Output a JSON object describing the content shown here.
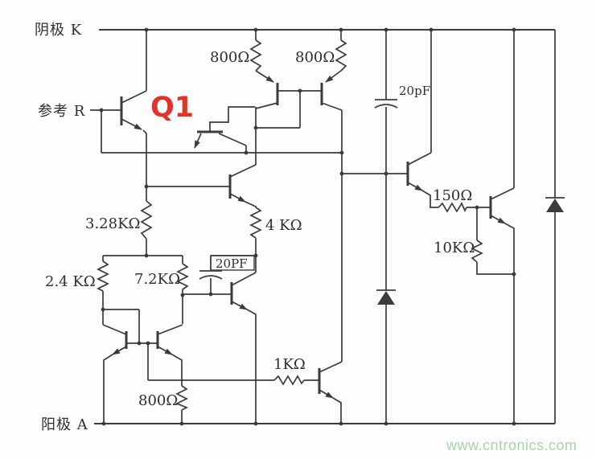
{
  "colors": {
    "wire": "#3b3b3b",
    "q1_red": "#e23328",
    "watermark_green": "#a5d6a5",
    "background": "#fdfdfd"
  },
  "terminals": {
    "cathode": "阴极 K",
    "reference": "参考 R",
    "anode": "阳极 A"
  },
  "q1_label": "Q1",
  "components": {
    "r800_top_left": "800Ω",
    "r800_top_right": "800Ω",
    "c20pf_top": "20pF",
    "r3_28k": "3.28KΩ",
    "r4k": "4 KΩ",
    "r2_4k": "2.4 KΩ",
    "r7_2k": "7.2KΩ",
    "c20pf_mid": "20PF",
    "r150": "150Ω",
    "r10k": "10KΩ",
    "r1k": "1KΩ",
    "r800_bottom": "800Ω"
  },
  "watermark": "www.cntronics.com"
}
